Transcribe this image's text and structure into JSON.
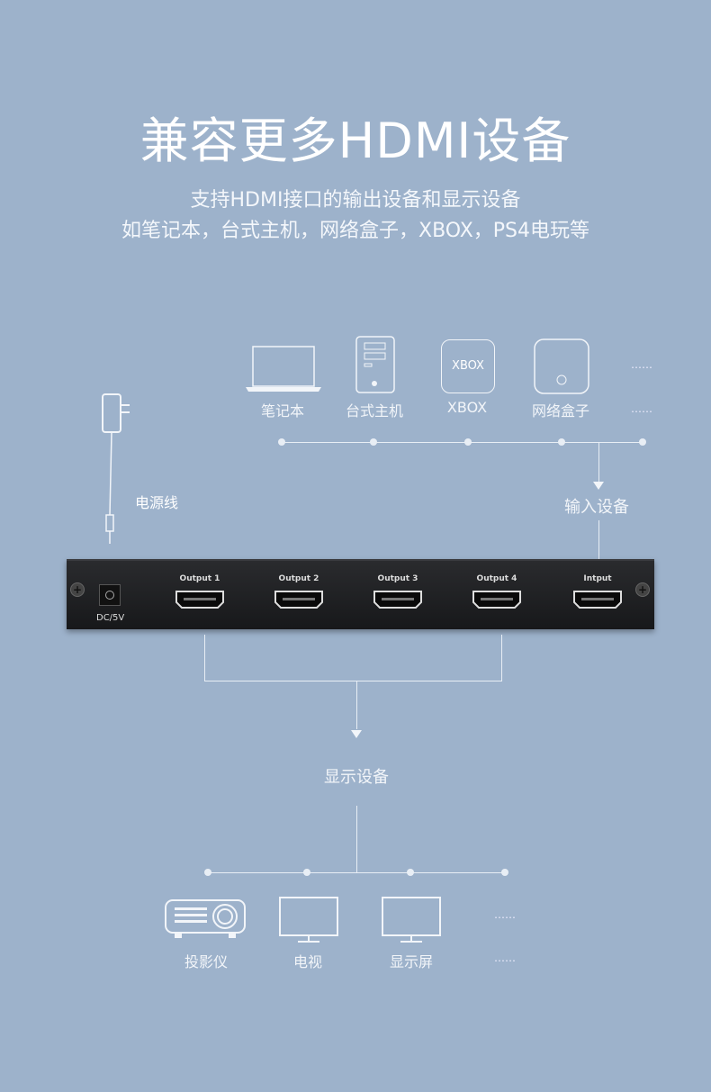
{
  "title": "兼容更多HDMI设备",
  "subtitle_line1": "支持HDMI接口的输出设备和显示设备",
  "subtitle_line2": "如笔记本，台式主机，网络盒子，XBOX，PS4电玩等",
  "power_label": "电源线",
  "input_devices": [
    {
      "label": "笔记本",
      "icon": "laptop-icon"
    },
    {
      "label": "台式主机",
      "icon": "desktop-tower-icon"
    },
    {
      "label": "XBOX",
      "icon": "xbox-icon",
      "icon_text": "XBOX"
    },
    {
      "label": "网络盒子",
      "icon": "network-box-icon"
    }
  ],
  "more": "……",
  "input_label": "输入设备",
  "device": {
    "dc_label": "DC/5V",
    "ports": [
      "Output 1",
      "Output 2",
      "Output 3",
      "Output 4",
      "Intput"
    ]
  },
  "display_label": "显示设备",
  "display_devices": [
    {
      "label": "投影仪",
      "icon": "projector-icon"
    },
    {
      "label": "电视",
      "icon": "tv-icon"
    },
    {
      "label": "显示屏",
      "icon": "monitor-icon"
    }
  ]
}
